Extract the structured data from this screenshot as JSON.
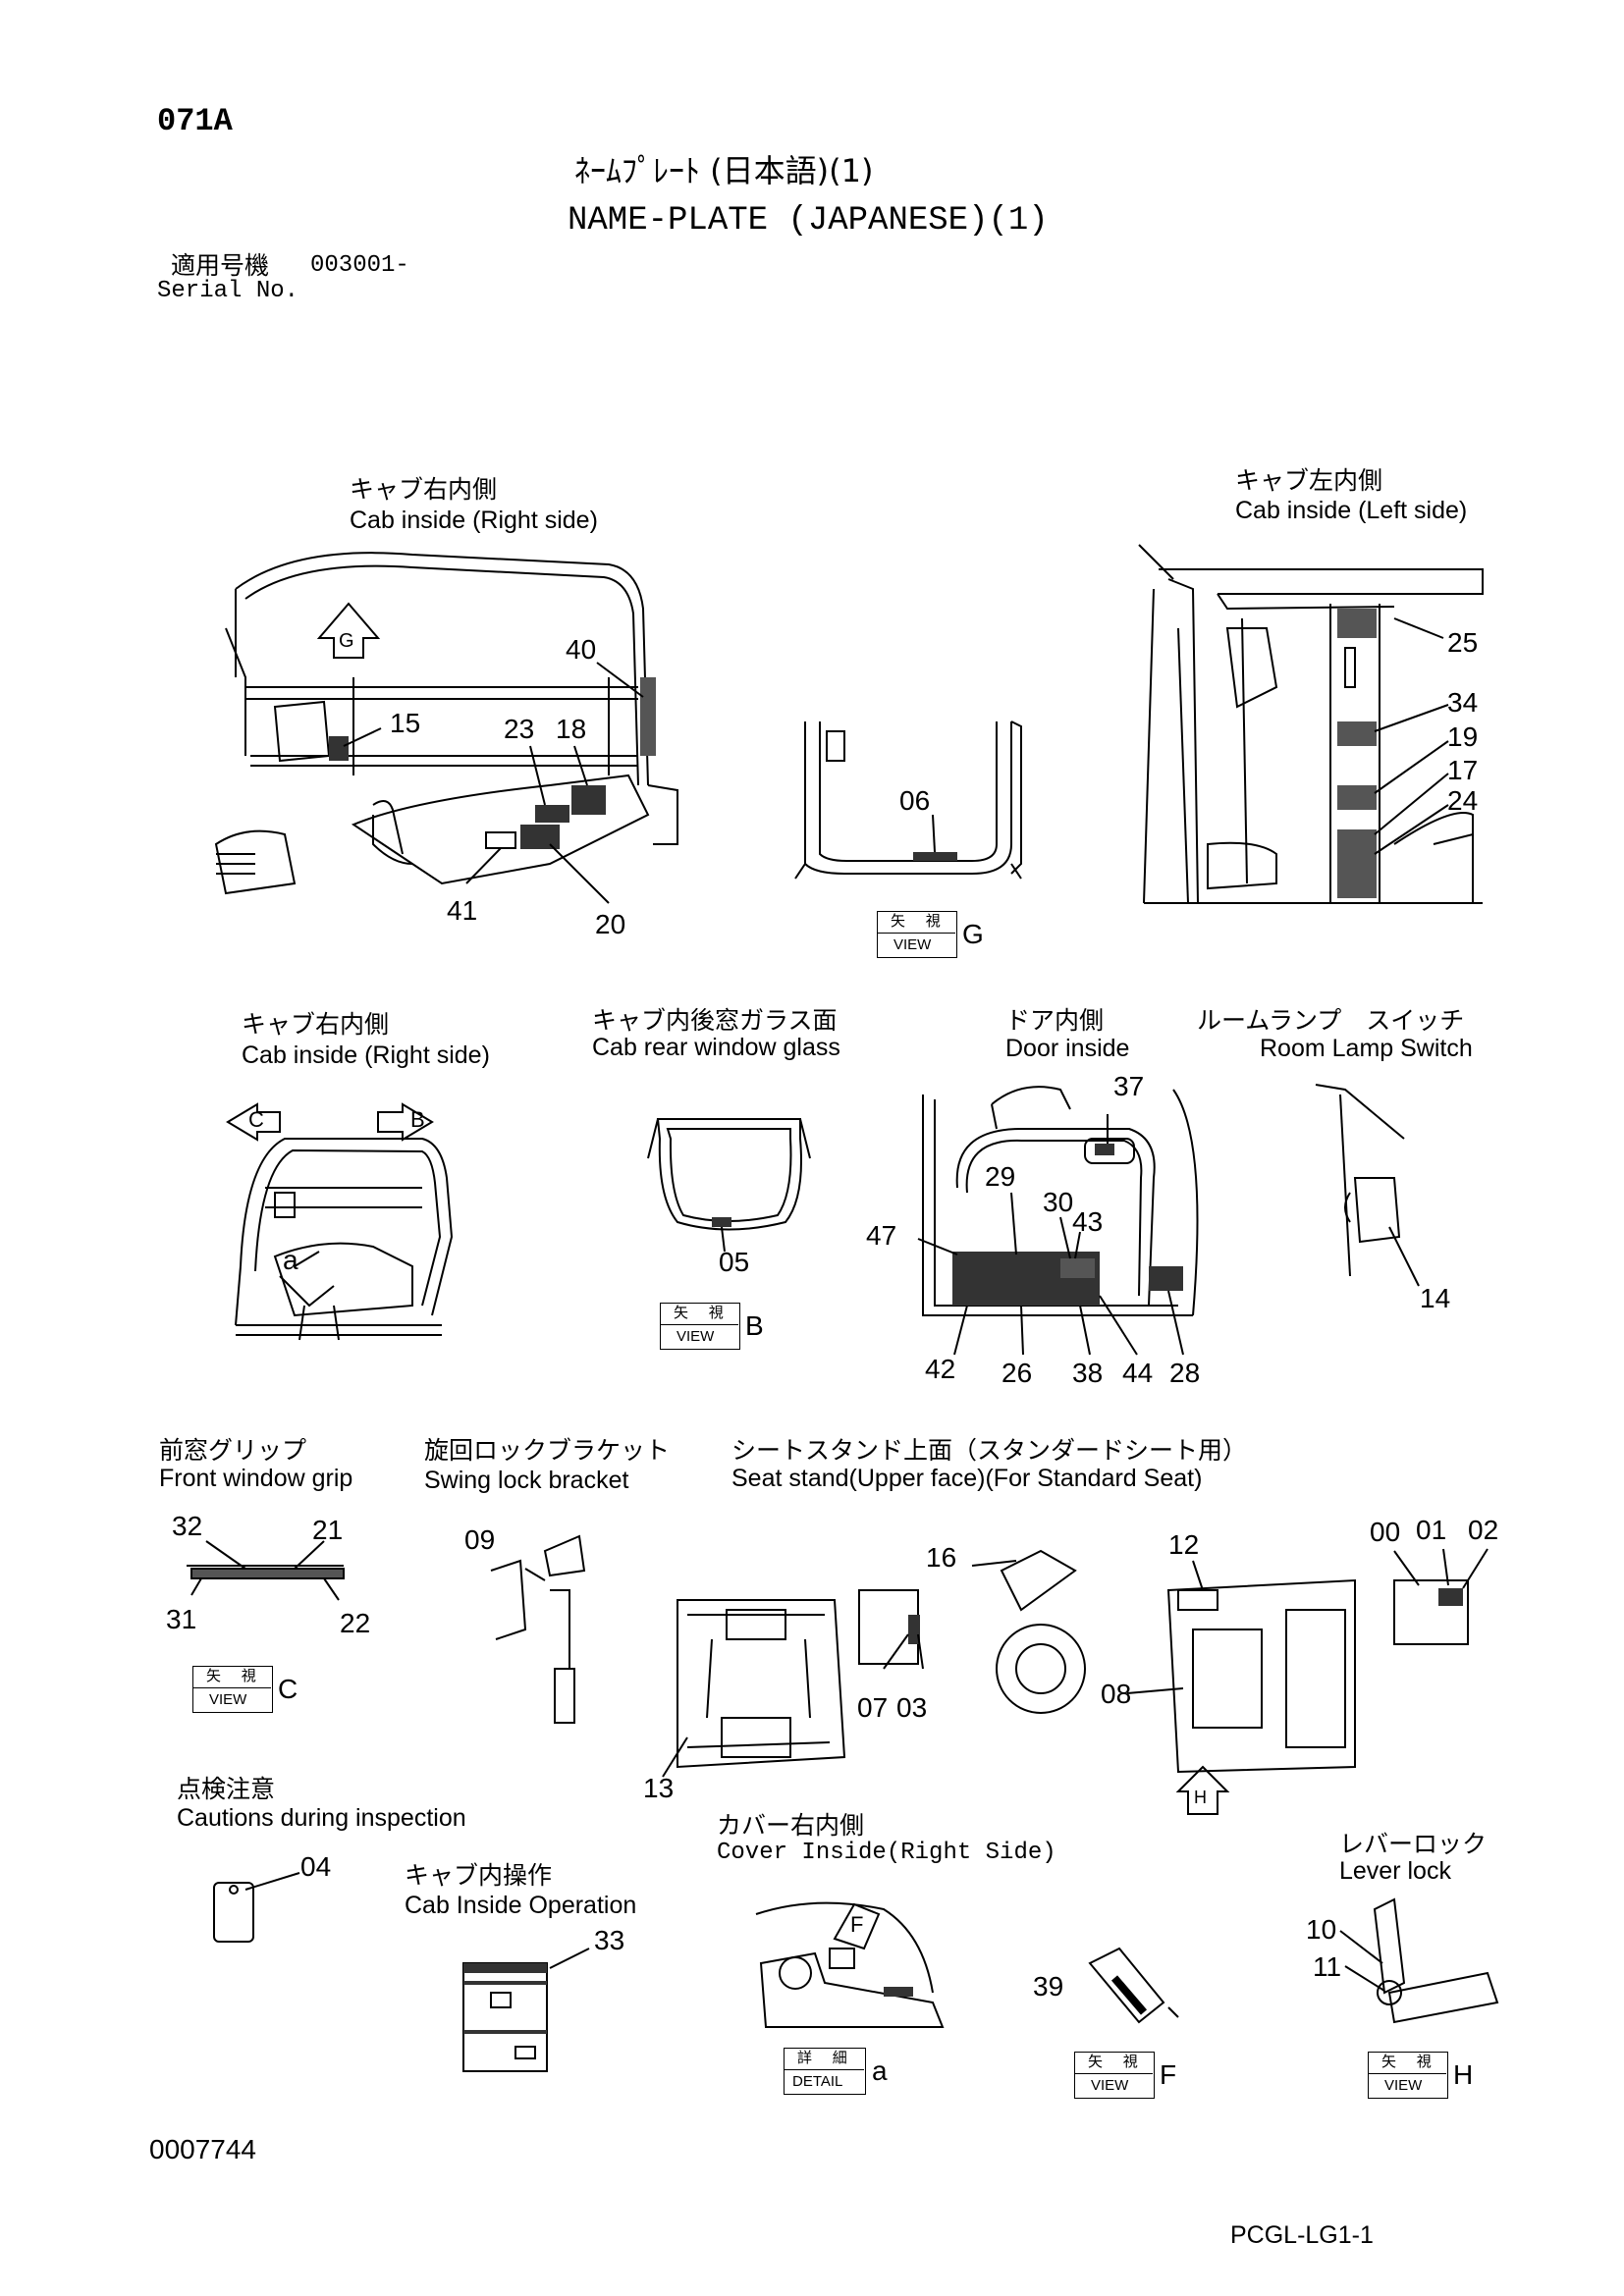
{
  "header": {
    "page_code": "071A",
    "title_jp": "ﾈｰﾑﾌﾟﾚｰﾄ (日本語)(1)",
    "title_en": "NAME-PLATE (JAPANESE)(1)",
    "serial_jp": "適用号機",
    "serial_value": "003001-",
    "serial_en": "Serial No."
  },
  "sections": {
    "cab_right_top": {
      "jp": "キャブ右内側",
      "en": "Cab inside (Right side)"
    },
    "cab_left": {
      "jp": "キャブ左内側",
      "en": "Cab inside (Left side)"
    },
    "cab_right_mid": {
      "jp": "キャブ右内側",
      "en": "Cab inside (Right side)"
    },
    "rear_window": {
      "jp": "キャブ内後窓ガラス面",
      "en": "Cab rear window glass"
    },
    "door_inside": {
      "jp": "ドア内側",
      "en": "Door inside"
    },
    "room_lamp": {
      "jp": "ルームランプ　スイッチ",
      "en": "Room Lamp Switch"
    },
    "front_grip": {
      "jp": "前窓グリップ",
      "en": "Front window grip"
    },
    "swing_lock": {
      "jp": "旋回ロックブラケット",
      "en": "Swing lock bracket"
    },
    "seat_stand": {
      "jp": "シートスタンド上面（スタンダードシート用）",
      "en": "Seat stand(Upper face)(For Standard Seat)"
    },
    "inspection": {
      "jp": "点検注意",
      "en": "Cautions during inspection"
    },
    "cab_operation": {
      "jp": "キャブ内操作",
      "en": "Cab Inside Operation"
    },
    "cover_inside": {
      "jp": "カバー右内側",
      "en": "Cover Inside(Right Side)"
    },
    "lever_lock": {
      "jp": "レバーロック",
      "en": "Lever lock"
    }
  },
  "view_boxes": {
    "jp_view": "矢 視",
    "en_view": "VIEW",
    "jp_detail": "詳 細",
    "en_detail": "DETAIL",
    "G": "G",
    "B": "B",
    "C": "C",
    "F": "F",
    "H": "H",
    "a": "a"
  },
  "arrows": {
    "G": "G",
    "C": "C",
    "B": "B",
    "F": "F",
    "H": "H"
  },
  "part_numbers": {
    "p15": "15",
    "p23": "23",
    "p18": "18",
    "p40": "40",
    "p41": "41",
    "p20": "20",
    "p06": "06",
    "p25": "25",
    "p34": "34",
    "p19": "19",
    "p17": "17",
    "p24": "24",
    "pa": "a",
    "p05": "05",
    "p37": "37",
    "p29": "29",
    "p30": "30",
    "p43": "43",
    "p47": "47",
    "p42": "42",
    "p26": "26",
    "p38": "38",
    "p44": "44",
    "p28": "28",
    "p14": "14",
    "p32": "32",
    "p21": "21",
    "p31": "31",
    "p22": "22",
    "p09": "09",
    "p16": "16",
    "p07": "07",
    "p03": "03",
    "p13": "13",
    "p12": "12",
    "p00": "00",
    "p01": "01",
    "p02": "02",
    "p08": "08",
    "p04": "04",
    "p33": "33",
    "p39": "39",
    "p10": "10",
    "p11": "11"
  },
  "footer": {
    "drawing_no": "0007744",
    "page_ref": "PCGL-LG1-1"
  }
}
